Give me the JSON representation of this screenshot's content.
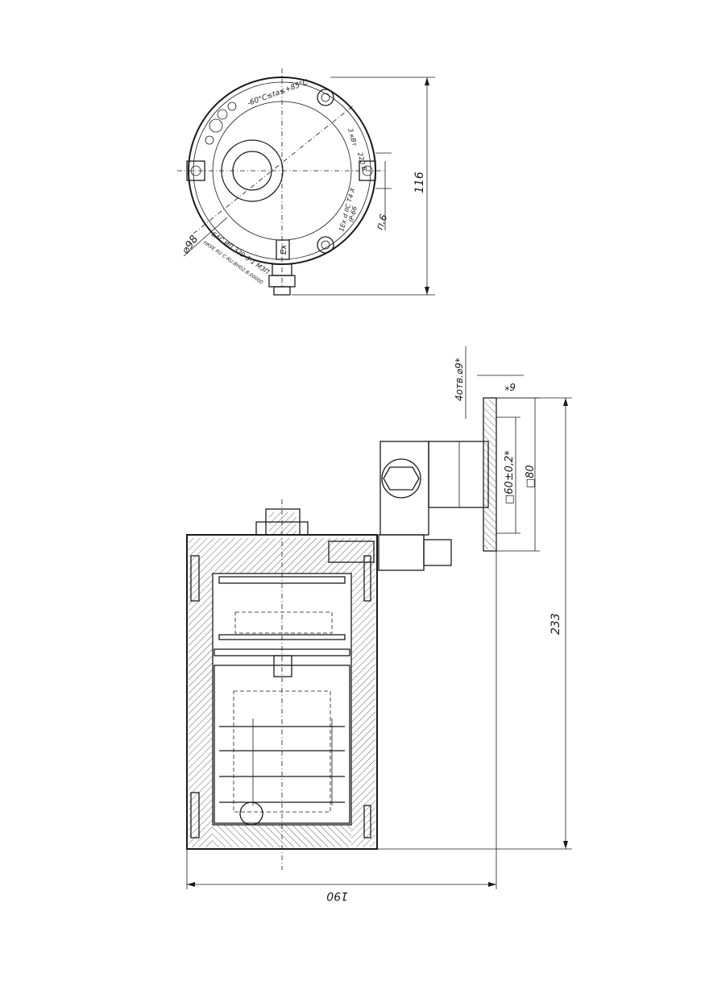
{
  "top_view": {
    "dim_height": "116",
    "dim_diameter": "⌀98",
    "dim_callout": "п.6",
    "ratings": "-60°C≤ta≤+85°C",
    "ex_mark": "Ex",
    "ratings_right_1": "1Ex d IIC T4 X",
    "ratings_right_2": "IP-66",
    "ratings_right_3": "220 В",
    "ratings_right_4": "3 кВт",
    "nameplate_1": "ЕАС ИП 329-3-1 МЗП",
    "nameplate_2": "НКУЕ RU С-RU.ВН02.В.00000"
  },
  "side_view": {
    "dim_width": "190",
    "dim_height": "233",
    "dim_holes": "4отв.⌀9*",
    "dim_pitch": "□60±0,2*",
    "dim_square": "□80",
    "dim_thickness": "6*"
  },
  "colors": {
    "line": "#1a1a1a",
    "background": "#ffffff"
  }
}
